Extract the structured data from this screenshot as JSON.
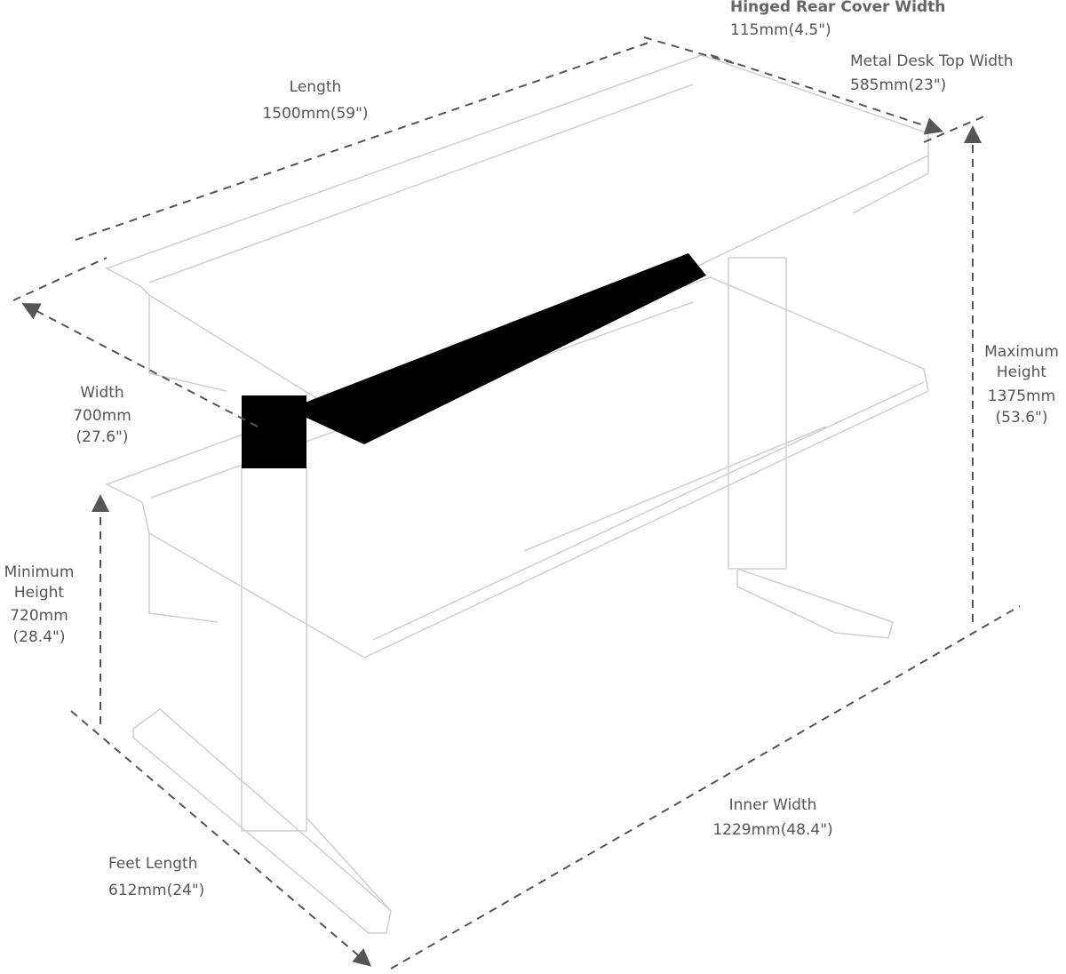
{
  "colors": {
    "line": "#d0d0d0",
    "dim": "#555555",
    "band": "#000000"
  },
  "dimensions": {
    "hinged": {
      "title": "Hinged Rear Cover Width",
      "value": "115mm(4.5\")"
    },
    "metal": {
      "title": "Metal Desk Top Width",
      "value": "585mm(23\")"
    },
    "length": {
      "title": "Length",
      "value": "1500mm(59\")"
    },
    "width": {
      "title": "Width",
      "value": "700mm",
      "value2": "(27.6\")"
    },
    "max_height": {
      "title1": "Maximum",
      "title2": "Height",
      "value": "1375mm",
      "value2": "(53.6\")"
    },
    "min_height": {
      "title1": "Minimum",
      "title2": "Height",
      "value": "720mm",
      "value2": "(28.4\")"
    },
    "inner_width": {
      "title": "Inner  Width",
      "value": "1229mm(48.4\")"
    },
    "feet_length": {
      "title": "Feet Length",
      "value": "612mm(24\")"
    }
  }
}
